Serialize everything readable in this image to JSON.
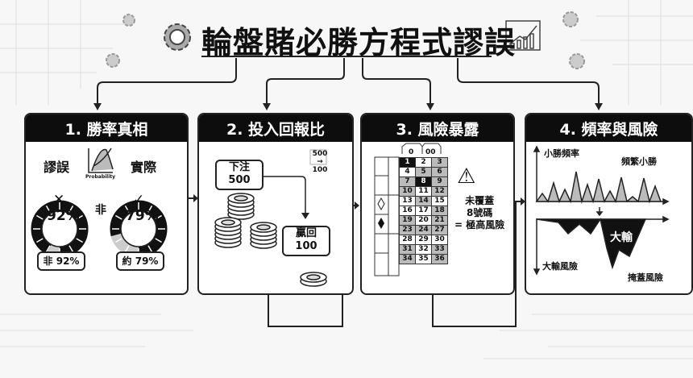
{
  "title": "輪盤賭必勝方程式謬誤",
  "panels": [
    {
      "heading": "1. 勝率真相",
      "wrong_label": "謬誤",
      "right_label": "實際",
      "chart_caption": "Probability",
      "wrong_value": "92%",
      "right_value": "79%",
      "between": "非",
      "wrong_note": "非 92%",
      "right_note": "約 79%",
      "wrong_fill": 0.92,
      "right_fill": 0.79
    },
    {
      "heading": "2. 投入回報比",
      "bet_label": "下注",
      "bet_value": "500",
      "return_label": "贏回",
      "return_value": "100",
      "ratio_top": "500",
      "ratio_arrow": "→",
      "ratio_bottom": "100"
    },
    {
      "heading": "3. 風險暴露",
      "zero": "0",
      "double_zero": "00",
      "warning_line1": "未覆蓋",
      "warning_line2": "8號碼",
      "warning_line3": "= 極高風險",
      "cells": [
        [
          "1",
          "b"
        ],
        [
          "2",
          "w"
        ],
        [
          "3",
          "g"
        ],
        [
          "4",
          "w"
        ],
        [
          "5",
          "g"
        ],
        [
          "6",
          "g"
        ],
        [
          "7",
          "g"
        ],
        [
          "8",
          "b"
        ],
        [
          "9",
          "g"
        ],
        [
          "10",
          "g"
        ],
        [
          "11",
          "w"
        ],
        [
          "12",
          "g"
        ],
        [
          "13",
          "w"
        ],
        [
          "14",
          "g"
        ],
        [
          "15",
          "w"
        ],
        [
          "16",
          "w"
        ],
        [
          "17",
          "w"
        ],
        [
          "18",
          "g"
        ],
        [
          "19",
          "g"
        ],
        [
          "20",
          "w"
        ],
        [
          "21",
          "g"
        ],
        [
          "23",
          "g"
        ],
        [
          "24",
          "g"
        ],
        [
          "27",
          "g"
        ],
        [
          "28",
          "w"
        ],
        [
          "29",
          "w"
        ],
        [
          "30",
          "w"
        ],
        [
          "31",
          "g"
        ],
        [
          "32",
          "w"
        ],
        [
          "33",
          "g"
        ],
        [
          "34",
          "g"
        ],
        [
          "35",
          "w"
        ],
        [
          "36",
          "g"
        ]
      ]
    },
    {
      "heading": "4. 頻率與風險",
      "top_axis": "小勝頻率",
      "top_note": "頻繁小勝",
      "big_loss": "大輸",
      "bottom_axis": "大輸風險",
      "bottom_note": "掩蓋風險"
    }
  ]
}
